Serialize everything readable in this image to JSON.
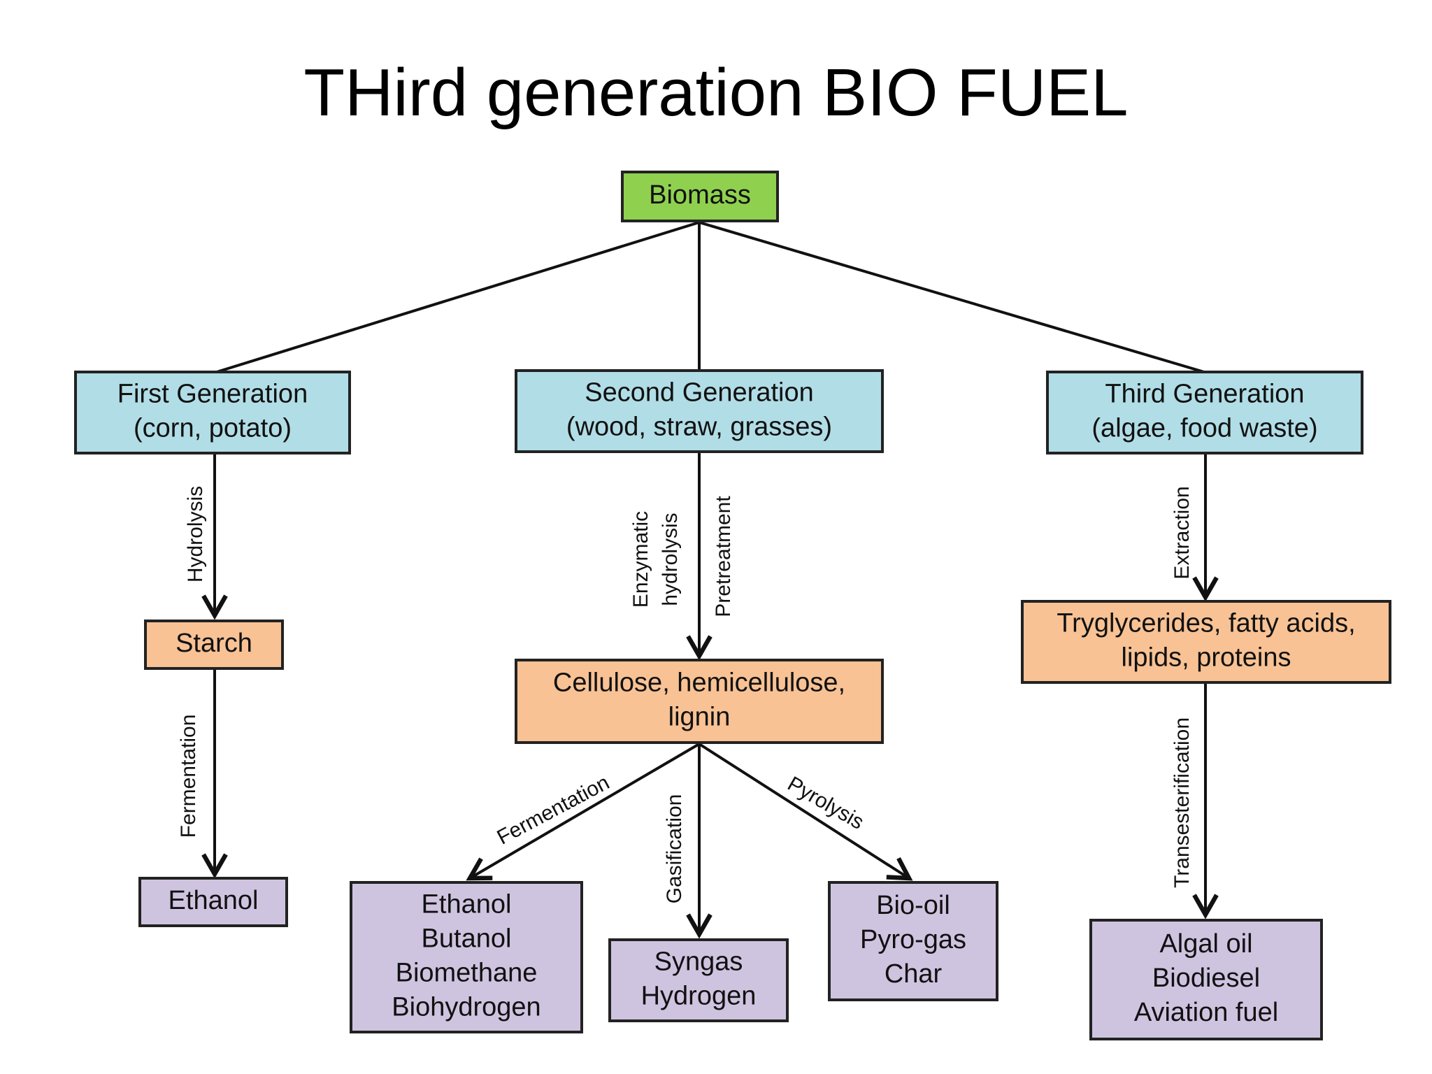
{
  "title": "THird generation BIO FUEL",
  "colors": {
    "root": "#8fd14f",
    "generation": "#b1dde6",
    "intermediate": "#f8c294",
    "product": "#cfc4e0",
    "stroke": "#222222"
  },
  "nodes": {
    "biomass": {
      "lines": [
        "Biomass"
      ]
    },
    "first_gen": {
      "lines": [
        "First Generation",
        "(corn, potato)"
      ]
    },
    "second_gen": {
      "lines": [
        "Second Generation",
        "(wood, straw, grasses)"
      ]
    },
    "third_gen": {
      "lines": [
        "Third Generation",
        "(algae, food waste)"
      ]
    },
    "starch": {
      "lines": [
        "Starch"
      ]
    },
    "cellulose": {
      "lines": [
        "Cellulose, hemicellulose,",
        "lignin"
      ]
    },
    "tryglycerides": {
      "lines": [
        "Tryglycerides, fatty acids,",
        "lipids, proteins"
      ]
    },
    "ethanol_1": {
      "lines": [
        "Ethanol"
      ]
    },
    "ferm_products": {
      "lines": [
        "Ethanol",
        "Butanol",
        "Biomethane",
        "Biohydrogen"
      ]
    },
    "syngas": {
      "lines": [
        "Syngas",
        "Hydrogen"
      ]
    },
    "pyro_products": {
      "lines": [
        "Bio-oil",
        "Pyro-gas",
        "Char"
      ]
    },
    "algal_products": {
      "lines": [
        "Algal oil",
        "Biodiesel",
        "Aviation fuel"
      ]
    }
  },
  "processes": {
    "hydrolysis": "Hydrolysis",
    "fermentation_1": "Fermentation",
    "enzymatic_1": "Enzymatic",
    "enzymatic_2": "hydrolysis",
    "pretreatment": "Pretreatment",
    "extraction": "Extraction",
    "transesterification": "Transesterification",
    "fermentation_2": "Fermentation",
    "gasification": "Gasification",
    "pyrolysis": "Pyrolysis"
  }
}
